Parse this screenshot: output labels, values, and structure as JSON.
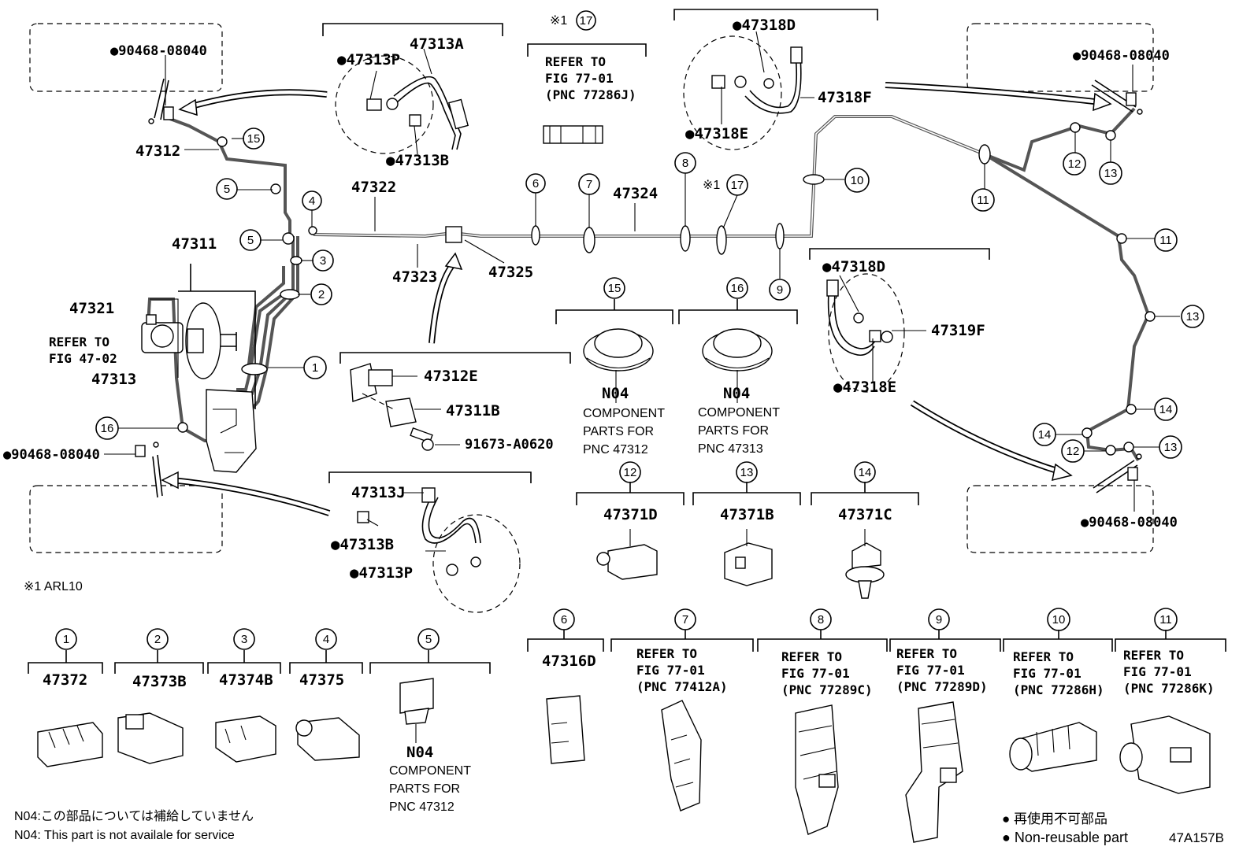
{
  "diagram": {
    "figure_code": "47A157B",
    "footnote": "※1 ARL10",
    "legend": {
      "n04_jp": "N04:この部品については補給していません",
      "n04_en": "N04: This part is not availale for service",
      "nonreuse_jp": "● 再使用不可部品",
      "nonreuse_en": "● Non-reusable part"
    },
    "top_labels": {
      "p90468_tl": "●90468-08040",
      "p47312": "47312",
      "p47313A": "47313A",
      "p47313P": "●47313P",
      "p47313B": "●47313B",
      "ref17_mark": "※1",
      "ref17_line1": "REFER TO",
      "ref17_line2": "FIG 77-01",
      "ref17_line3": "(PNC 77286J)",
      "p47318D_top": "●47318D",
      "p47318F": "47318F",
      "p47318E_top": "●47318E",
      "p90468_tr": "●90468-08040",
      "p47322": "47322",
      "p47324": "47324",
      "mark17b": "※1",
      "p47323": "47323",
      "p47325": "47325",
      "p47311": "47311",
      "p47321": "47321",
      "ref4702_1": "REFER TO",
      "ref4702_2": "FIG 47-02",
      "p47313": "47313",
      "p90468_l": "●90468-08040",
      "p47312E": "47312E",
      "p47311B": "47311B",
      "p91673": "91673-A0620",
      "p47313J": "47313J",
      "p47313B_low": "●47313B",
      "p47313P_low": "●47313P",
      "p47318D_mid": "●47318D",
      "p47319F": "47319F",
      "p47318E_mid": "●47318E",
      "p90468_br": "●90468-08040"
    },
    "grommets": [
      {
        "num": "15",
        "code": "N04",
        "l1": "COMPONENT",
        "l2": "PARTS FOR",
        "l3": "PNC 47312"
      },
      {
        "num": "16",
        "code": "N04",
        "l1": "COMPONENT",
        "l2": "PARTS FOR",
        "l3": "PNC 47313"
      }
    ],
    "clamps_mid": [
      {
        "num": "12",
        "part": "47371D"
      },
      {
        "num": "13",
        "part": "47371B"
      },
      {
        "num": "14",
        "part": "47371C"
      }
    ],
    "clamps_bottom": [
      {
        "num": "1",
        "part": "47372"
      },
      {
        "num": "2",
        "part": "47373B"
      },
      {
        "num": "3",
        "part": "47374B"
      },
      {
        "num": "4",
        "part": "47375"
      },
      {
        "num": "5",
        "code": "N04",
        "l1": "COMPONENT",
        "l2": "PARTS FOR",
        "l3": "PNC 47312"
      },
      {
        "num": "6",
        "part": "47316D"
      },
      {
        "num": "7",
        "r1": "REFER TO",
        "r2": "FIG 77-01",
        "r3": "(PNC 77412A)"
      },
      {
        "num": "8",
        "r1": "REFER TO",
        "r2": "FIG 77-01",
        "r3": "(PNC 77289C)"
      },
      {
        "num": "9",
        "r1": "REFER TO",
        "r2": "FIG 77-01",
        "r3": "(PNC 77289D)"
      },
      {
        "num": "10",
        "r1": "REFER TO",
        "r2": "FIG 77-01",
        "r3": "(PNC 77286H)"
      },
      {
        "num": "11",
        "r1": "REFER TO",
        "r2": "FIG 77-01",
        "r3": "(PNC 77286K)"
      }
    ],
    "callouts": {
      "c1": "1",
      "c2": "2",
      "c3": "3",
      "c4": "4",
      "c5a": "5",
      "c5b": "5",
      "c6": "6",
      "c7": "7",
      "c8": "8",
      "c9": "9",
      "c10": "10",
      "c11a": "11",
      "c11b": "11",
      "c12a": "12",
      "c12b": "12",
      "c13a": "13",
      "c13b": "13",
      "c13c": "13",
      "c14a": "14",
      "c14b": "14",
      "c15": "15",
      "c16": "16",
      "c17a": "17",
      "c17b": "17"
    }
  }
}
